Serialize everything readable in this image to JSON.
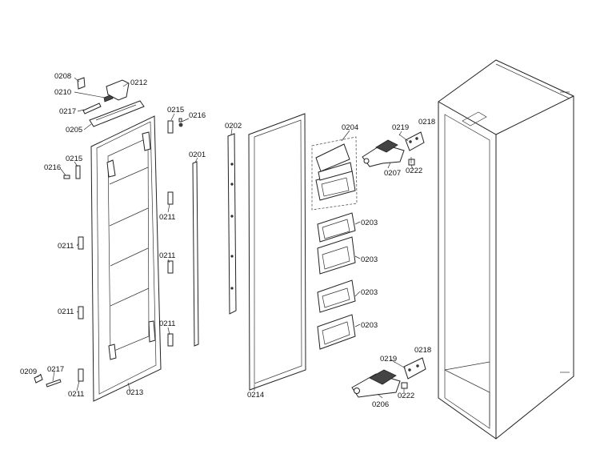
{
  "diagram": {
    "labels": {
      "p0208": "0208",
      "p0210": "0210",
      "p0212": "0212",
      "p0217_top": "0217",
      "p0205": "0205",
      "p0215_top": "0215",
      "p0216_top": "0216",
      "p0216_left": "0216",
      "p0215_left": "0215",
      "p0202": "0202",
      "p0201": "0201",
      "p0211_a": "0211",
      "p0211_b": "0211",
      "p0211_c": "0211",
      "p0211_d": "0211",
      "p0211_e": "0211",
      "p0211_f": "0211",
      "p0204": "0204",
      "p0219_top": "0219",
      "p0218_top": "0218",
      "p0207": "0207",
      "p0222_top": "0222",
      "p0203_a": "0203",
      "p0203_b": "0203",
      "p0203_c": "0203",
      "p0203_d": "0203",
      "p0209": "0209",
      "p0217_bottom": "0217",
      "p0213": "0213",
      "p0214": "0214",
      "p0219_bottom": "0219",
      "p0218_bottom": "0218",
      "p0222_bottom": "0222",
      "p0206": "0206"
    }
  }
}
